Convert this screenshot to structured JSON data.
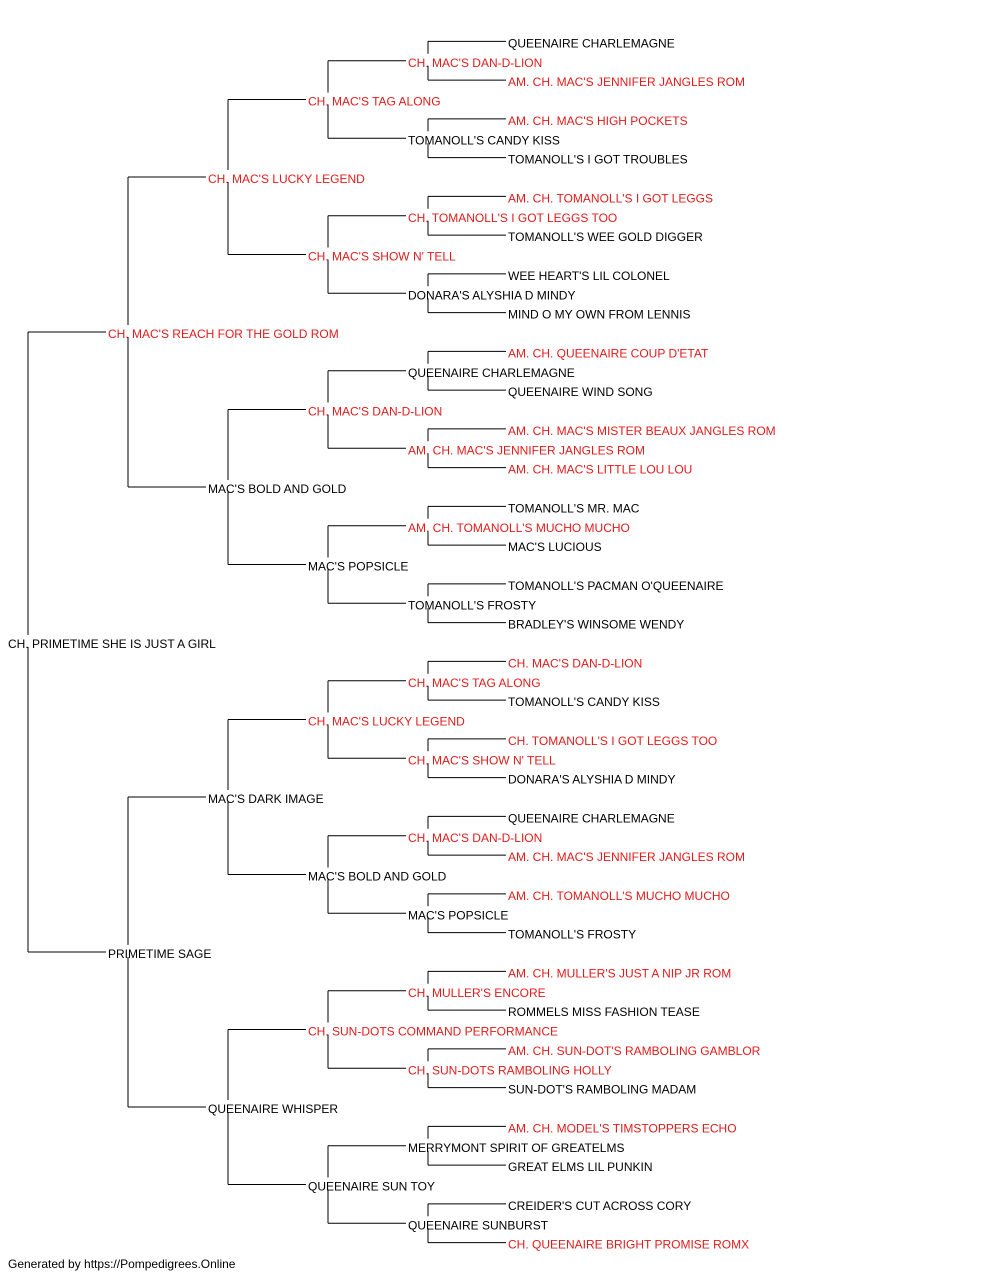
{
  "colors": {
    "titled": "#e01b1b",
    "plain": "#000000",
    "line": "#000000"
  },
  "pedigree": {
    "name": "CH. PRIMETIME SHE IS JUST A GIRL",
    "titled": false,
    "sire": {
      "name": "CH. MAC'S REACH FOR THE GOLD ROM",
      "titled": true,
      "sire": {
        "name": "CH. MAC'S LUCKY LEGEND",
        "titled": true,
        "sire": {
          "name": "CH. MAC'S TAG ALONG",
          "titled": true,
          "sire": {
            "name": "CH. MAC'S DAN-D-LION",
            "titled": true,
            "sire": {
              "name": "QUEENAIRE CHARLEMAGNE",
              "titled": false
            },
            "dam": {
              "name": "AM. CH. MAC'S JENNIFER JANGLES ROM",
              "titled": true
            }
          },
          "dam": {
            "name": "TOMANOLL'S CANDY KISS",
            "titled": false,
            "sire": {
              "name": "AM. CH. MAC'S HIGH POCKETS",
              "titled": true
            },
            "dam": {
              "name": "TOMANOLL'S I GOT TROUBLES",
              "titled": false
            }
          }
        },
        "dam": {
          "name": "CH. MAC'S SHOW N' TELL",
          "titled": true,
          "sire": {
            "name": "CH. TOMANOLL'S I GOT LEGGS TOO",
            "titled": true,
            "sire": {
              "name": "AM. CH. TOMANOLL'S I GOT LEGGS",
              "titled": true
            },
            "dam": {
              "name": "TOMANOLL'S WEE GOLD DIGGER",
              "titled": false
            }
          },
          "dam": {
            "name": "DONARA'S ALYSHIA D MINDY",
            "titled": false,
            "sire": {
              "name": "WEE HEART'S LIL COLONEL",
              "titled": false
            },
            "dam": {
              "name": "MIND O MY OWN FROM LENNIS",
              "titled": false
            }
          }
        }
      },
      "dam": {
        "name": "MAC'S BOLD AND GOLD",
        "titled": false,
        "sire": {
          "name": "CH. MAC'S DAN-D-LION",
          "titled": true,
          "sire": {
            "name": "QUEENAIRE CHARLEMAGNE",
            "titled": false,
            "sire": {
              "name": "AM. CH. QUEENAIRE COUP D'ETAT",
              "titled": true
            },
            "dam": {
              "name": "QUEENAIRE WIND SONG",
              "titled": false
            }
          },
          "dam": {
            "name": "AM. CH. MAC'S JENNIFER JANGLES ROM",
            "titled": true,
            "sire": {
              "name": "AM. CH. MAC'S MISTER BEAUX JANGLES ROM",
              "titled": true
            },
            "dam": {
              "name": "AM. CH. MAC'S LITTLE LOU LOU",
              "titled": true
            }
          }
        },
        "dam": {
          "name": "MAC'S POPSICLE",
          "titled": false,
          "sire": {
            "name": "AM. CH. TOMANOLL'S MUCHO MUCHO",
            "titled": true,
            "sire": {
              "name": "TOMANOLL'S MR. MAC",
              "titled": false
            },
            "dam": {
              "name": "MAC'S LUCIOUS",
              "titled": false
            }
          },
          "dam": {
            "name": "TOMANOLL'S FROSTY",
            "titled": false,
            "sire": {
              "name": "TOMANOLL'S PACMAN O'QUEENAIRE",
              "titled": false
            },
            "dam": {
              "name": "BRADLEY'S WINSOME WENDY",
              "titled": false
            }
          }
        }
      }
    },
    "dam": {
      "name": "PRIMETIME SAGE",
      "titled": false,
      "sire": {
        "name": "MAC'S DARK IMAGE",
        "titled": false,
        "sire": {
          "name": "CH. MAC'S LUCKY LEGEND",
          "titled": true,
          "sire": {
            "name": "CH. MAC'S TAG ALONG",
            "titled": true,
            "sire": {
              "name": "CH. MAC'S DAN-D-LION",
              "titled": true
            },
            "dam": {
              "name": "TOMANOLL'S CANDY KISS",
              "titled": false
            }
          },
          "dam": {
            "name": "CH. MAC'S SHOW N' TELL",
            "titled": true,
            "sire": {
              "name": "CH. TOMANOLL'S I GOT LEGGS TOO",
              "titled": true
            },
            "dam": {
              "name": "DONARA'S ALYSHIA D MINDY",
              "titled": false
            }
          }
        },
        "dam": {
          "name": "MAC'S BOLD AND GOLD",
          "titled": false,
          "sire": {
            "name": "CH. MAC'S DAN-D-LION",
            "titled": true,
            "sire": {
              "name": "QUEENAIRE CHARLEMAGNE",
              "titled": false
            },
            "dam": {
              "name": "AM. CH. MAC'S JENNIFER JANGLES ROM",
              "titled": true
            }
          },
          "dam": {
            "name": "MAC'S POPSICLE",
            "titled": false,
            "sire": {
              "name": "AM. CH. TOMANOLL'S MUCHO MUCHO",
              "titled": true
            },
            "dam": {
              "name": "TOMANOLL'S FROSTY",
              "titled": false
            }
          }
        }
      },
      "dam": {
        "name": "QUEENAIRE WHISPER",
        "titled": false,
        "sire": {
          "name": "CH. SUN-DOTS COMMAND PERFORMANCE",
          "titled": true,
          "sire": {
            "name": "CH. MULLER'S ENCORE",
            "titled": true,
            "sire": {
              "name": "AM. CH. MULLER'S JUST A NIP JR ROM",
              "titled": true
            },
            "dam": {
              "name": "ROMMELS MISS FASHION TEASE",
              "titled": false
            }
          },
          "dam": {
            "name": "CH. SUN-DOTS RAMBOLING HOLLY",
            "titled": true,
            "sire": {
              "name": "AM. CH. SUN-DOT'S RAMBOLING GAMBLOR",
              "titled": true
            },
            "dam": {
              "name": "SUN-DOT'S RAMBOLING MADAM",
              "titled": false
            }
          }
        },
        "dam": {
          "name": "QUEENAIRE SUN TOY",
          "titled": false,
          "sire": {
            "name": "MERRYMONT SPIRIT OF GREATELMS",
            "titled": false,
            "sire": {
              "name": "AM. CH. MODEL'S TIMSTOPPERS ECHO",
              "titled": true
            },
            "dam": {
              "name": "GREAT ELMS LIL PUNKIN",
              "titled": false
            }
          },
          "dam": {
            "name": "QUEENAIRE SUNBURST",
            "titled": false,
            "sire": {
              "name": "CREIDER'S CUT ACROSS CORY",
              "titled": false
            },
            "dam": {
              "name": "CH. QUEENAIRE BRIGHT PROMISE ROMX",
              "titled": true
            }
          }
        }
      }
    }
  },
  "footer": "Generated by https://Pompedigrees.Online"
}
